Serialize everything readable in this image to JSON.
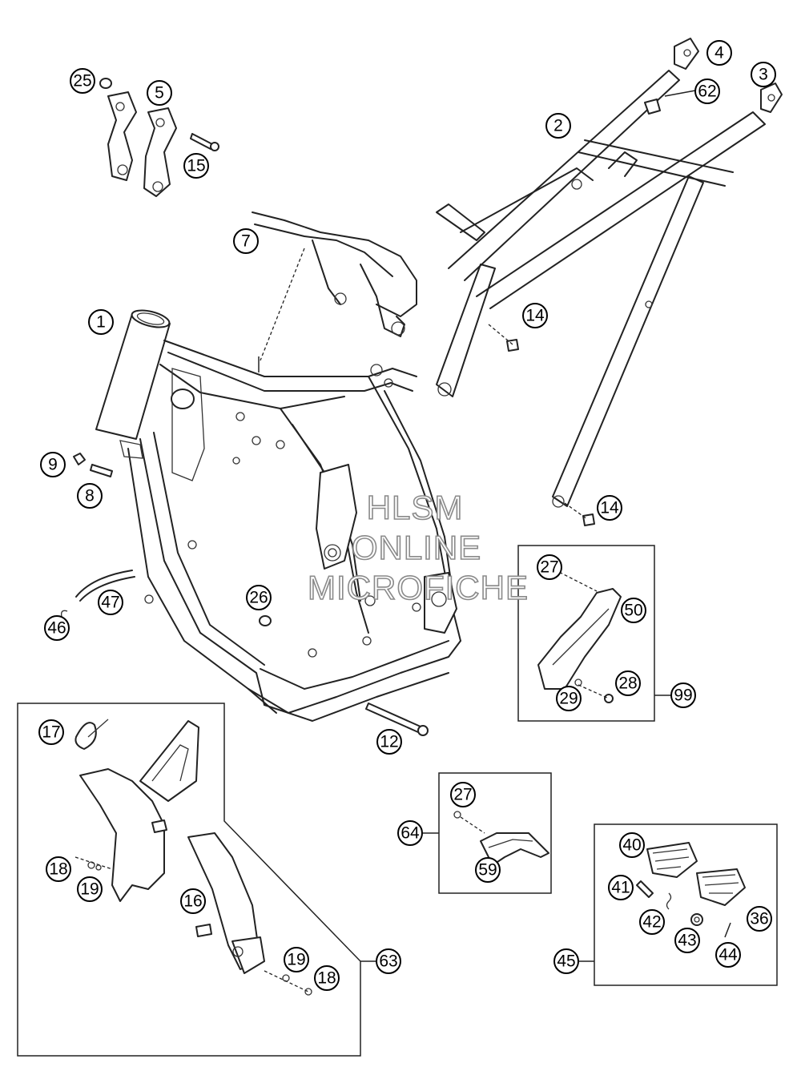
{
  "watermark": {
    "line1": "HLSM",
    "line2": "ONLINE",
    "line3": "MICROFICHE"
  },
  "callouts": {
    "c1": "1",
    "c2": "2",
    "c3": "3",
    "c4": "4",
    "c5": "5",
    "c7": "7",
    "c8": "8",
    "c9": "9",
    "c12": "12",
    "c14a": "14",
    "c14b": "14",
    "c15": "15",
    "c16": "16",
    "c17": "17",
    "c18a": "18",
    "c18b": "18",
    "c19a": "19",
    "c19b": "19",
    "c25": "25",
    "c26": "26",
    "c27a": "27",
    "c27b": "27",
    "c28": "28",
    "c29": "29",
    "c36": "36",
    "c40": "40",
    "c41": "41",
    "c42": "42",
    "c43": "43",
    "c44": "44",
    "c45": "45",
    "c46": "46",
    "c47": "47",
    "c50": "50",
    "c59": "59",
    "c62": "62",
    "c63": "63",
    "c64": "64",
    "c99": "99"
  }
}
